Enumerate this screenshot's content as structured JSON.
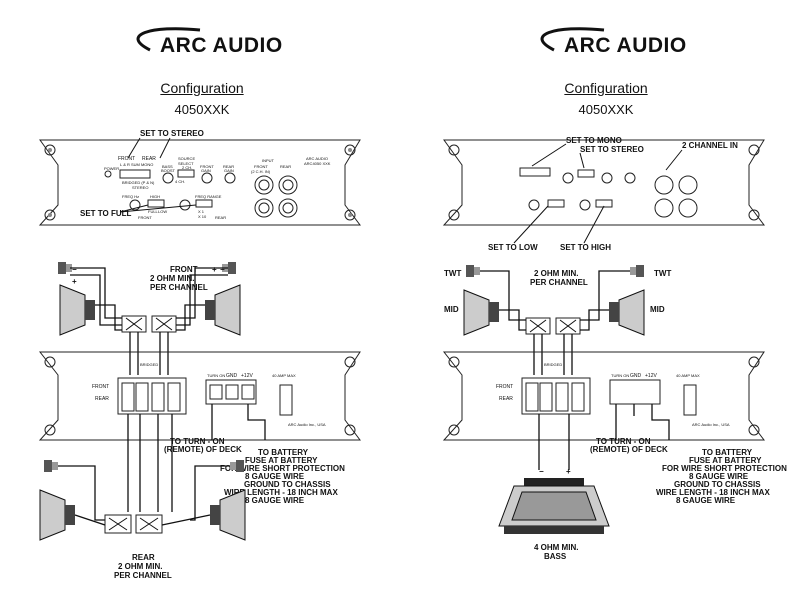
{
  "left": {
    "brand": "ARC AUDIO",
    "title": "Configuration",
    "model": "4050XXK",
    "amp_top": {
      "labels": {
        "front": "FRONT",
        "rear": "REAR",
        "power": "POWER",
        "lr_sum": "L & R SUM MONO",
        "bridged_p": "BRIDGED (P & N)",
        "stereo": "STEREO",
        "bass": "BASS",
        "boost": "BOOST",
        "source": "SOURCE",
        "select": "SELECT",
        "two_ch": "2 CH.",
        "four_ch": "4 CH.",
        "front_gain": "FRONT",
        "gain": "GAIN",
        "rear_gain": "REAR",
        "gain2": "GAIN",
        "input": "INPUT",
        "input_front": "FRONT",
        "input_ch": "(2 C.H. IN)",
        "input_rear": "REAR",
        "brand_small": "ARC AUDIO",
        "model_small": "ARC4050 XXK",
        "freq_hz": "FREQ Hz",
        "high": "HIGH",
        "full": "FULL",
        "low": "LOW",
        "front_bottom": "FRONT",
        "rear_bottom": "REAR",
        "freq_range": "FREQ RANGE",
        "x1": "X 1",
        "x10": "X 10"
      }
    },
    "callouts": {
      "stereo": "SET TO STEREO",
      "full": "SET TO FULL"
    },
    "speakers": {
      "front_label": "FRONT",
      "front_impedance": "2 OHM MIN.",
      "front_per": "PER CHANNEL",
      "rear_label": "REAR",
      "rear_impedance": "2 OHM MIN.",
      "rear_per": "PER CHANNEL"
    },
    "amp_bottom": {
      "bridged": "BRIDGED",
      "front": "FRONT",
      "rear": "REAR",
      "turn_on": "TURN ON",
      "gnd": "GND",
      "v12": "+12V",
      "amp_max": "40 AMP MAX",
      "company": "ARC Audio Inc., USA"
    },
    "notes": {
      "turn_on_1": "TO TURN - ON",
      "turn_on_2": "(REMOTE) OF DECK",
      "battery_1": "TO BATTERY",
      "battery_2": "FUSE AT BATTERY",
      "battery_3": "FOR WIRE SHORT PROTECTION",
      "battery_4": "8 GAUGE WIRE",
      "ground_1": "GROUND TO CHASSIS",
      "ground_2": "WIRE LENGTH - 18 INCH MAX",
      "ground_3": "8 GAUGE WIRE"
    }
  },
  "right": {
    "brand": "ARC AUDIO",
    "title": "Configuration",
    "model": "4050XXK",
    "callouts": {
      "mono": "SET TO MONO",
      "stereo": "SET TO STEREO",
      "two_ch_in": "2 CHANNEL IN",
      "low": "SET TO LOW",
      "high": "SET TO HIGH"
    },
    "speakers": {
      "twt": "TWT",
      "mid": "MID",
      "impedance": "2 OHM MIN.",
      "per": "PER CHANNEL",
      "bass_impedance": "4 OHM MIN.",
      "bass": "BASS"
    },
    "amp_bottom": {
      "bridged": "BRIDGED",
      "front": "FRONT",
      "rear": "REAR",
      "turn_on": "TURN ON",
      "gnd": "GND",
      "v12": "+12V",
      "amp_max": "40 AMP MAX",
      "company": "ARC Audio Inc., USA"
    },
    "notes": {
      "turn_on_1": "TO TURN - ON",
      "turn_on_2": "(REMOTE) OF DECK",
      "battery_1": "TO BATTERY",
      "battery_2": "FUSE AT BATTERY",
      "battery_3": "FOR WIRE SHORT PROTECTION",
      "battery_4": "8 GAUGE WIRE",
      "ground_1": "GROUND TO CHASSIS",
      "ground_2": "WIRE LENGTH - 18 INCH MAX",
      "ground_3": "8 GAUGE WIRE"
    }
  },
  "symbols": {
    "plus": "+",
    "minus": "−"
  }
}
